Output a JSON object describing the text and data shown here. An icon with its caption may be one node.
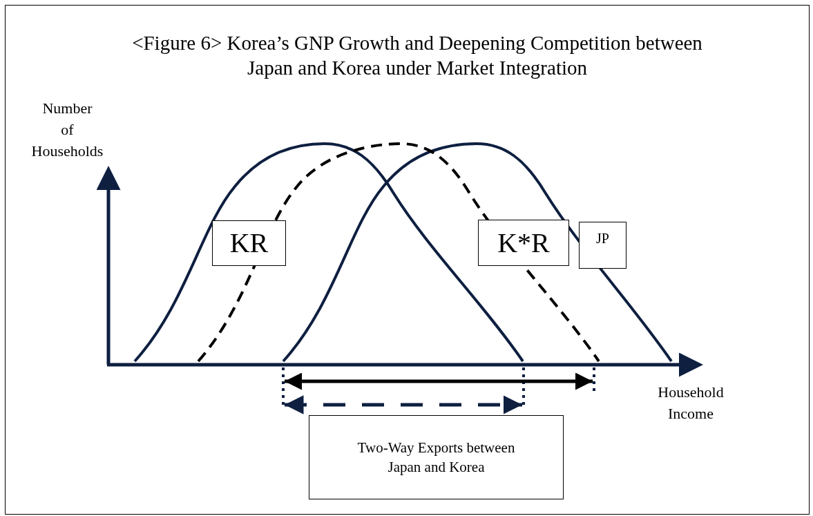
{
  "diagram": {
    "title": "<Figure 6> Korea’s GNP Growth and Deepening Competition between Japan and Korea under Market Integration",
    "nodes": [
      {
        "text": [
          "KR"
        ]
      },
      {
        "text": [
          "K*R"
        ]
      },
      {
        "text": [
          "JP"
        ]
      },
      {
        "text": [
          "Two-Way Exports between Japan and Korea"
        ]
      }
    ],
    "labels": [
      "Number of Households",
      "Household Income"
    ]
  }
}
